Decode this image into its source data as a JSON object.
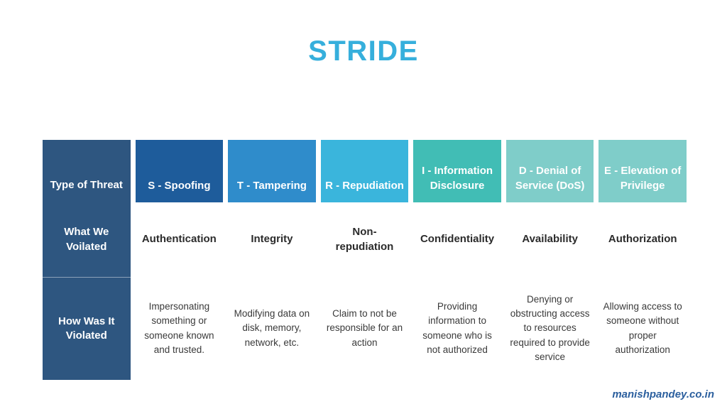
{
  "title": "STRIDE",
  "colors": {
    "title": "#36AFDC",
    "row_header_bg": "#2E5680",
    "footer_text": "#2B5F9E",
    "spoofing": "#1E5C9B",
    "tampering": "#2F8CCB",
    "repudiation": "#3AB5DC",
    "information_disclosure": "#41BDB5",
    "denial_of_service": "#7FCDC9",
    "elevation_of_privilege": "#7FCDC9"
  },
  "table": {
    "row_headers": [
      "Type of Threat",
      "What We Voilated",
      "How Was It Violated"
    ],
    "columns": [
      {
        "header": "S - Spoofing",
        "color": "#1E5C9B",
        "violated": "Authentication",
        "how": "Impersonating something or someone known and trusted."
      },
      {
        "header": "T - Tampering",
        "color": "#2F8CCB",
        "violated": "Integrity",
        "how": "Modifying data on disk, memory, network, etc."
      },
      {
        "header": "R - Repudiation",
        "color": "#3AB5DC",
        "violated": "Non-repudiation",
        "how": "Claim to not be responsible for an action"
      },
      {
        "header": "I - Information Disclosure",
        "color": "#41BDB5",
        "violated": "Confidentiality",
        "how": "Providing information to someone who is not authorized"
      },
      {
        "header": "D - Denial of Service (DoS)",
        "color": "#7FCDC9",
        "violated": "Availability",
        "how": "Denying or obstructing access to resources required to provide service"
      },
      {
        "header": "E - Elevation of Privilege",
        "color": "#7FCDC9",
        "violated": "Authorization",
        "how": "Allowing access to someone without proper authorization"
      }
    ]
  },
  "footer": {
    "text": "manishpandey.co.in"
  }
}
